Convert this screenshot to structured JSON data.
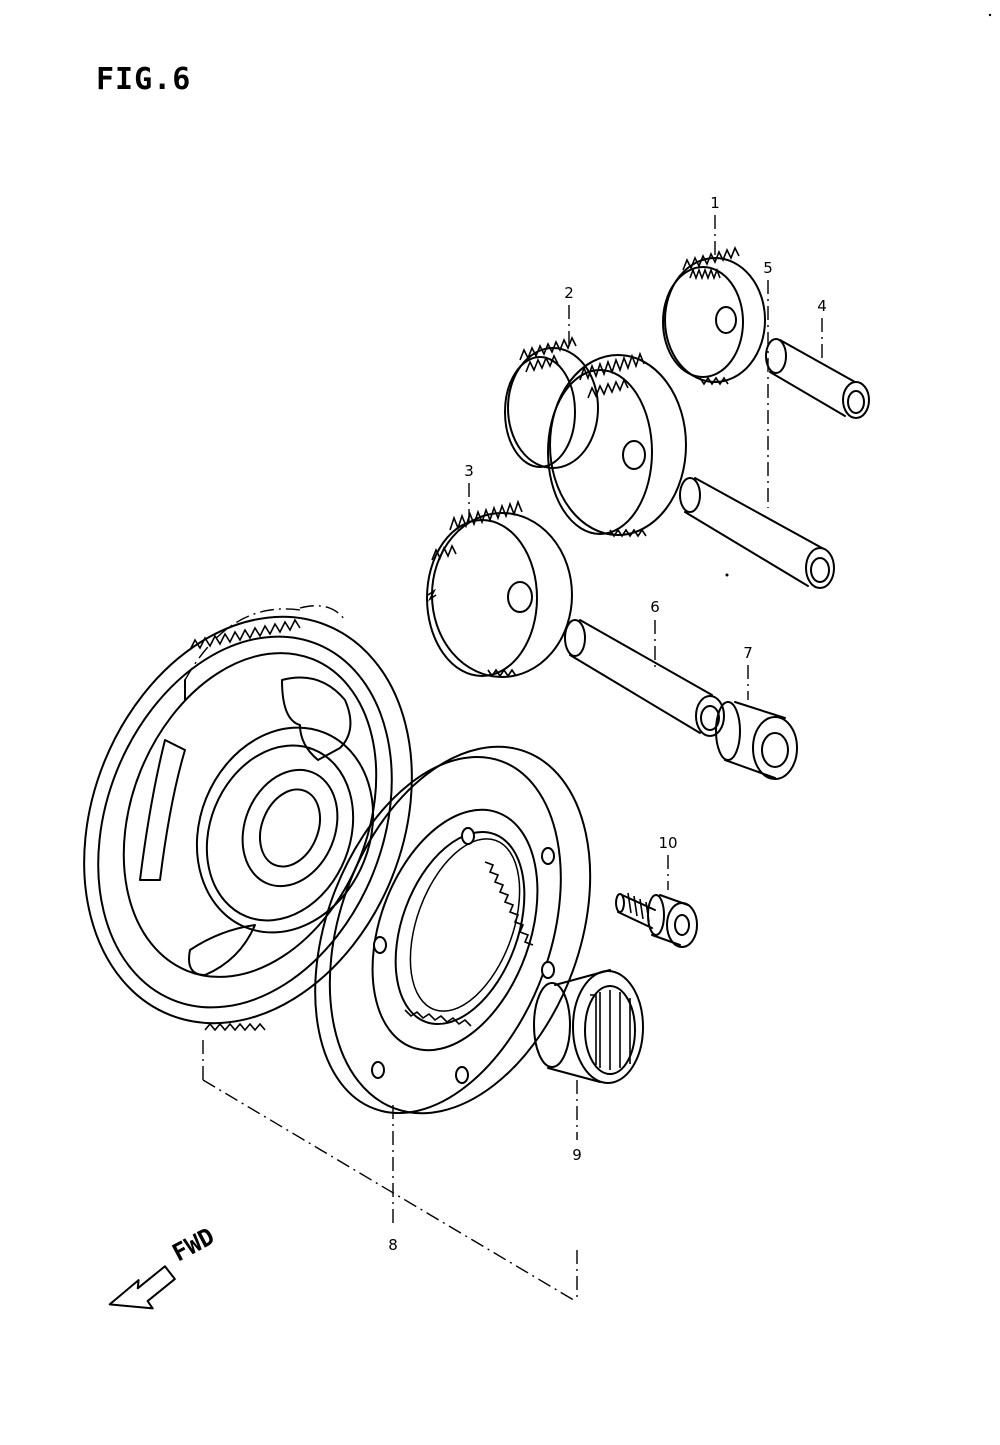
{
  "figure": {
    "title": "FIG.6"
  },
  "callouts": [
    {
      "id": "part-1",
      "label": "1"
    },
    {
      "id": "part-2",
      "label": "2"
    },
    {
      "id": "part-3",
      "label": "3"
    },
    {
      "id": "part-4",
      "label": "4"
    },
    {
      "id": "part-5",
      "label": "5"
    },
    {
      "id": "part-6",
      "label": "6"
    },
    {
      "id": "part-7",
      "label": "7"
    },
    {
      "id": "part-8",
      "label": "8"
    },
    {
      "id": "part-9",
      "label": "9"
    },
    {
      "id": "part-10",
      "label": "10"
    }
  ],
  "direction": {
    "label": "FWD",
    "icon": "fwd-arrow-icon"
  },
  "colors": {
    "ink": "#000000",
    "paper": "#ffffff"
  }
}
